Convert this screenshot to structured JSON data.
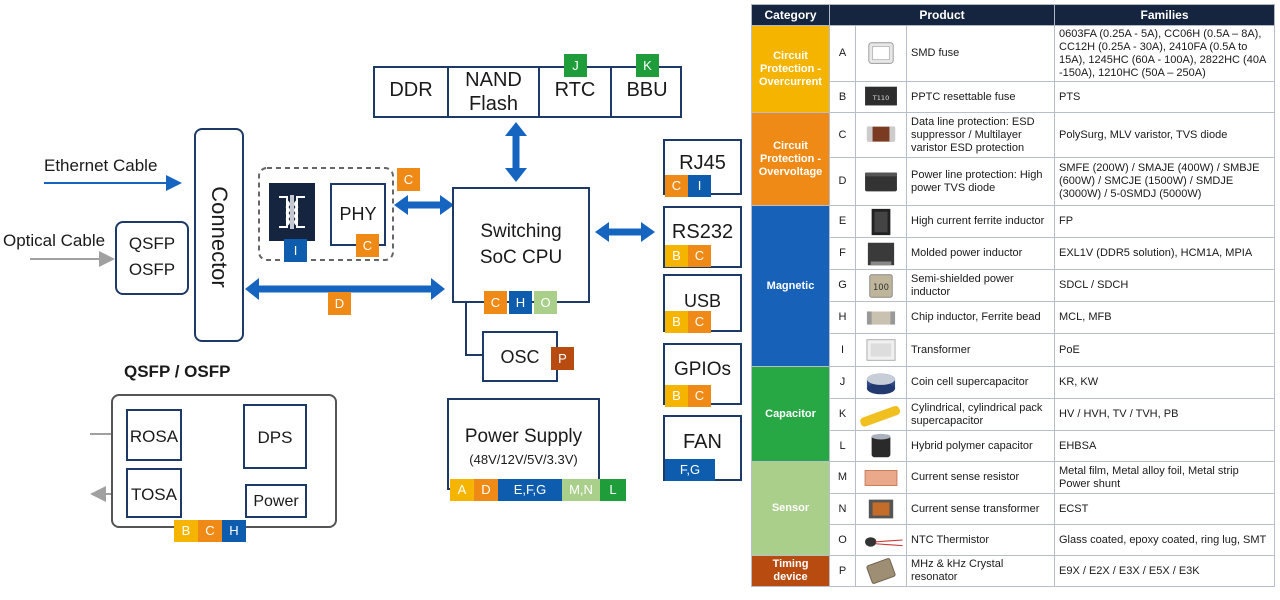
{
  "colors": {
    "navy": "#1d3a66",
    "blue_tag": "#0e5cad",
    "orange_tag": "#ef8a17",
    "yellow_tag": "#f5b400",
    "green_tag": "#1f9d3a",
    "light_green_tag": "#a9cf8b",
    "brown_tag": "#b84c10",
    "arrow_blue": "#1565c0",
    "overcurrent": "#f5b400",
    "overvoltage": "#ef8a17",
    "magnetic": "#1761b8",
    "capacitor": "#28a745",
    "sensor": "#a9cf8b",
    "timing": "#b84c10"
  },
  "diagram": {
    "ethernet_cable": "Ethernet Cable",
    "optical_cable": "Optical Cable",
    "qsfp_osfp_box": [
      "QSFP",
      "OSFP"
    ],
    "connector": "Connector",
    "phy": "PHY",
    "memory_row": [
      "DDR",
      "NAND\nFlash",
      "RTC",
      "BBU"
    ],
    "switching_soc": [
      "Switching",
      "SoC CPU"
    ],
    "osc": "OSC",
    "power_supply": "Power Supply",
    "power_supply_sub": "(48V/12V/5V/3.3V)",
    "qsfp_heading": "QSFP / OSFP",
    "rosa": "ROSA",
    "tosa": "TOSA",
    "dps": "DPS",
    "power": "Power",
    "peripherals": [
      "RJ45",
      "RS232",
      "USB",
      "GPIOs",
      "FAN"
    ],
    "tags": {
      "transformer": "I",
      "phy": "C",
      "phy_group": "C",
      "connector_soc": "D",
      "rtc": "J",
      "bbu": "K",
      "osc": "P",
      "soc": [
        "C",
        "H",
        "O"
      ],
      "power_supply": [
        "A",
        "D",
        "E,F,G",
        "M,N",
        "L"
      ],
      "qsfp": [
        "B",
        "C",
        "H"
      ],
      "rj45": [
        "C",
        "I"
      ],
      "rs232": [
        "B",
        "C"
      ],
      "usb": [
        "B",
        "C"
      ],
      "gpios": [
        "B",
        "C"
      ],
      "fan": "F,G"
    }
  },
  "table": {
    "headers": [
      "Category",
      "Product",
      "Families"
    ],
    "categories": [
      {
        "name": "Circuit\nProtection -\nOvercurrent",
        "color": "#f5b400",
        "rows": 2
      },
      {
        "name": "Circuit\nProtection -\nOvervoltage",
        "color": "#ef8a17",
        "rows": 2
      },
      {
        "name": "Magnetic",
        "color": "#1761b8",
        "rows": 5
      },
      {
        "name": "Capacitor",
        "color": "#28a745",
        "rows": 3
      },
      {
        "name": "Sensor",
        "color": "#a9cf8b",
        "rows": 3
      },
      {
        "name": "Timing\ndevice",
        "color": "#b84c10",
        "rows": 1
      }
    ],
    "rows": [
      {
        "letter": "A",
        "icon": "smd-fuse-icon",
        "product": "SMD fuse",
        "families": "0603FA (0.25A - 5A), CC06H (0.5A – 8A), CC12H (0.25A - 30A), 2410FA (0.5A to 15A), 1245HC (60A - 100A), 2822HC (40A -150A), 1210HC (50A – 250A)"
      },
      {
        "letter": "B",
        "icon": "pptc-fuse-icon",
        "product": "PPTC resettable fuse",
        "families": "PTS"
      },
      {
        "letter": "C",
        "icon": "esd-suppressor-icon",
        "product": "Data line protection: ESD suppressor / Multilayer varistor ESD protection",
        "families": "PolySurg, MLV varistor, TVS diode"
      },
      {
        "letter": "D",
        "icon": "tvs-diode-icon",
        "product": "Power line protection: High power TVS diode",
        "families": "SMFE (200W) / SMAJE (400W) / SMBJE (600W) / SMCJE (1500W) / SMDJE (3000W) / 5-0SMDJ (5000W)"
      },
      {
        "letter": "E",
        "icon": "ferrite-inductor-icon",
        "product": "High current ferrite inductor",
        "families": "FP"
      },
      {
        "letter": "F",
        "icon": "molded-inductor-icon",
        "product": "Molded power inductor",
        "families": "EXL1V (DDR5 solution), HCM1A, MPIA"
      },
      {
        "letter": "G",
        "icon": "shielded-inductor-icon",
        "product": "Semi-shielded power inductor",
        "families": "SDCL / SDCH"
      },
      {
        "letter": "H",
        "icon": "chip-inductor-icon",
        "product": "Chip inductor, Ferrite bead",
        "families": "MCL, MFB"
      },
      {
        "letter": "I",
        "icon": "transformer-icon",
        "product": "Transformer",
        "families": "PoE"
      },
      {
        "letter": "J",
        "icon": "coin-cell-icon",
        "product": "Coin cell supercapacitor",
        "families": "KR, KW"
      },
      {
        "letter": "K",
        "icon": "cylindrical-supercap-icon",
        "product": "Cylindrical, cylindrical pack supercapacitor",
        "families": "HV / HVH, TV / TVH, PB"
      },
      {
        "letter": "L",
        "icon": "hybrid-capacitor-icon",
        "product": "Hybrid polymer capacitor",
        "families": "EHBSA"
      },
      {
        "letter": "M",
        "icon": "sense-resistor-icon",
        "product": "Current sense resistor",
        "families": "Metal film, Metal alloy foil, Metal strip Power shunt"
      },
      {
        "letter": "N",
        "icon": "sense-transformer-icon",
        "product": "Current sense transformer",
        "families": "ECST"
      },
      {
        "letter": "O",
        "icon": "ntc-thermistor-icon",
        "product": "NTC Thermistor",
        "families": "Glass coated, epoxy coated, ring lug, SMT"
      },
      {
        "letter": "P",
        "icon": "crystal-resonator-icon",
        "product": "MHz & kHz Crystal resonator",
        "families": "E9X / E2X / E3X / E5X / E3K"
      }
    ]
  }
}
